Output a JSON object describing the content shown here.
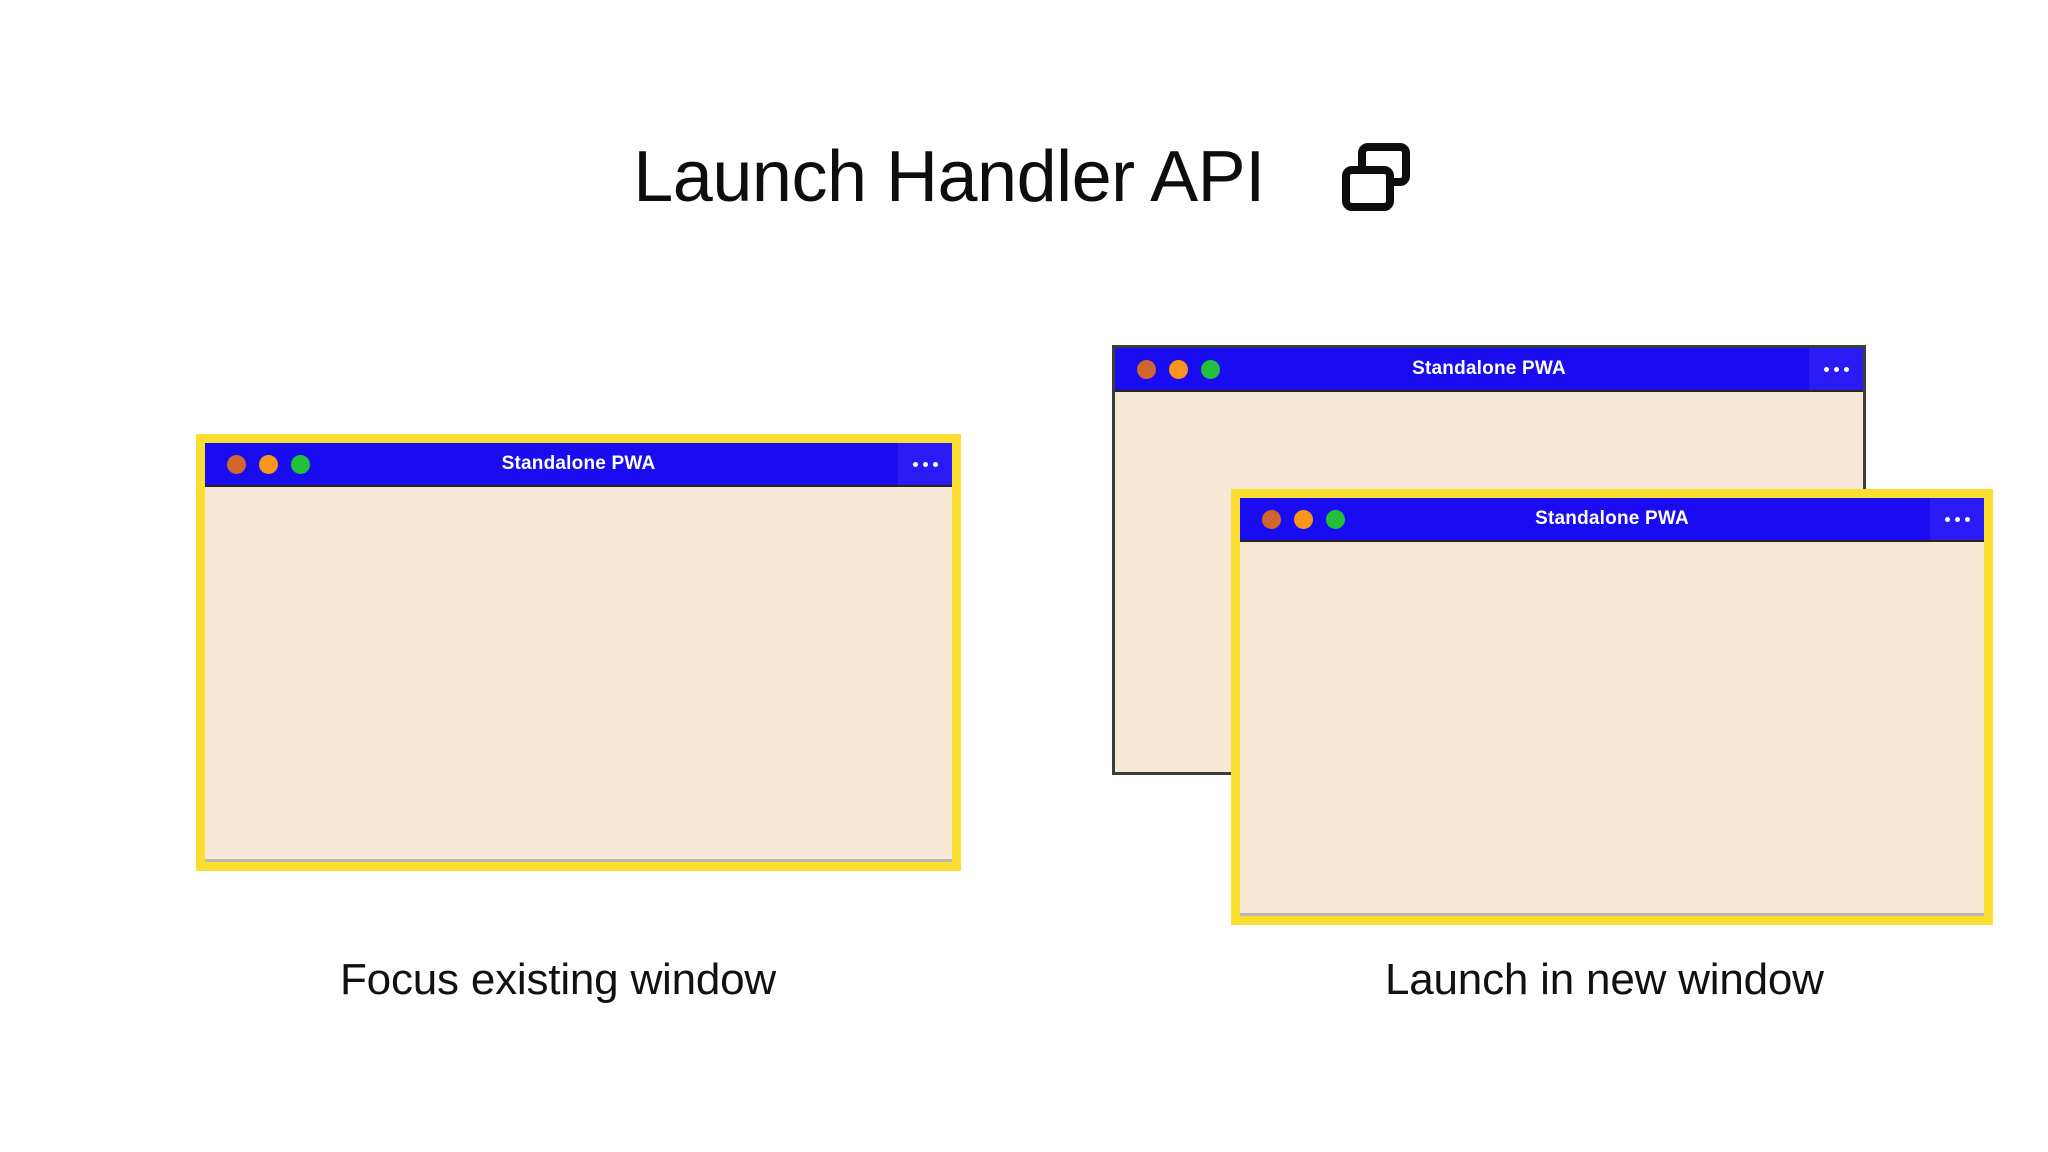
{
  "header": {
    "title": "Launch Handler API",
    "icon": "two-windows-icon"
  },
  "windows": {
    "left": {
      "title": "Standalone PWA",
      "state": "focused",
      "menu_icon": "overflow-menu-icon",
      "controls": [
        "close-dot",
        "minimize-dot",
        "maximize-dot"
      ]
    },
    "right_back": {
      "title": "Standalone PWA",
      "state": "unfocused",
      "menu_icon": "overflow-menu-icon",
      "controls": [
        "close-dot",
        "minimize-dot",
        "maximize-dot"
      ]
    },
    "right_front": {
      "title": "Standalone PWA",
      "state": "focused",
      "menu_icon": "overflow-menu-icon",
      "controls": [
        "close-dot",
        "minimize-dot",
        "maximize-dot"
      ]
    }
  },
  "captions": {
    "left": "Focus existing window",
    "right": "Launch in new window"
  },
  "colors": {
    "page_background": "#ffffff",
    "titlebar_blue": "#1a0cf0",
    "window_body": "#f7e9d7",
    "focus_outline_yellow": "#fcde31",
    "unfocused_border": "#3c3c3c",
    "dot_red": "#d2662f",
    "dot_amber": "#f8951d",
    "dot_green": "#23c13a",
    "text_dark": "#111111",
    "title_text": "#ffffff"
  }
}
